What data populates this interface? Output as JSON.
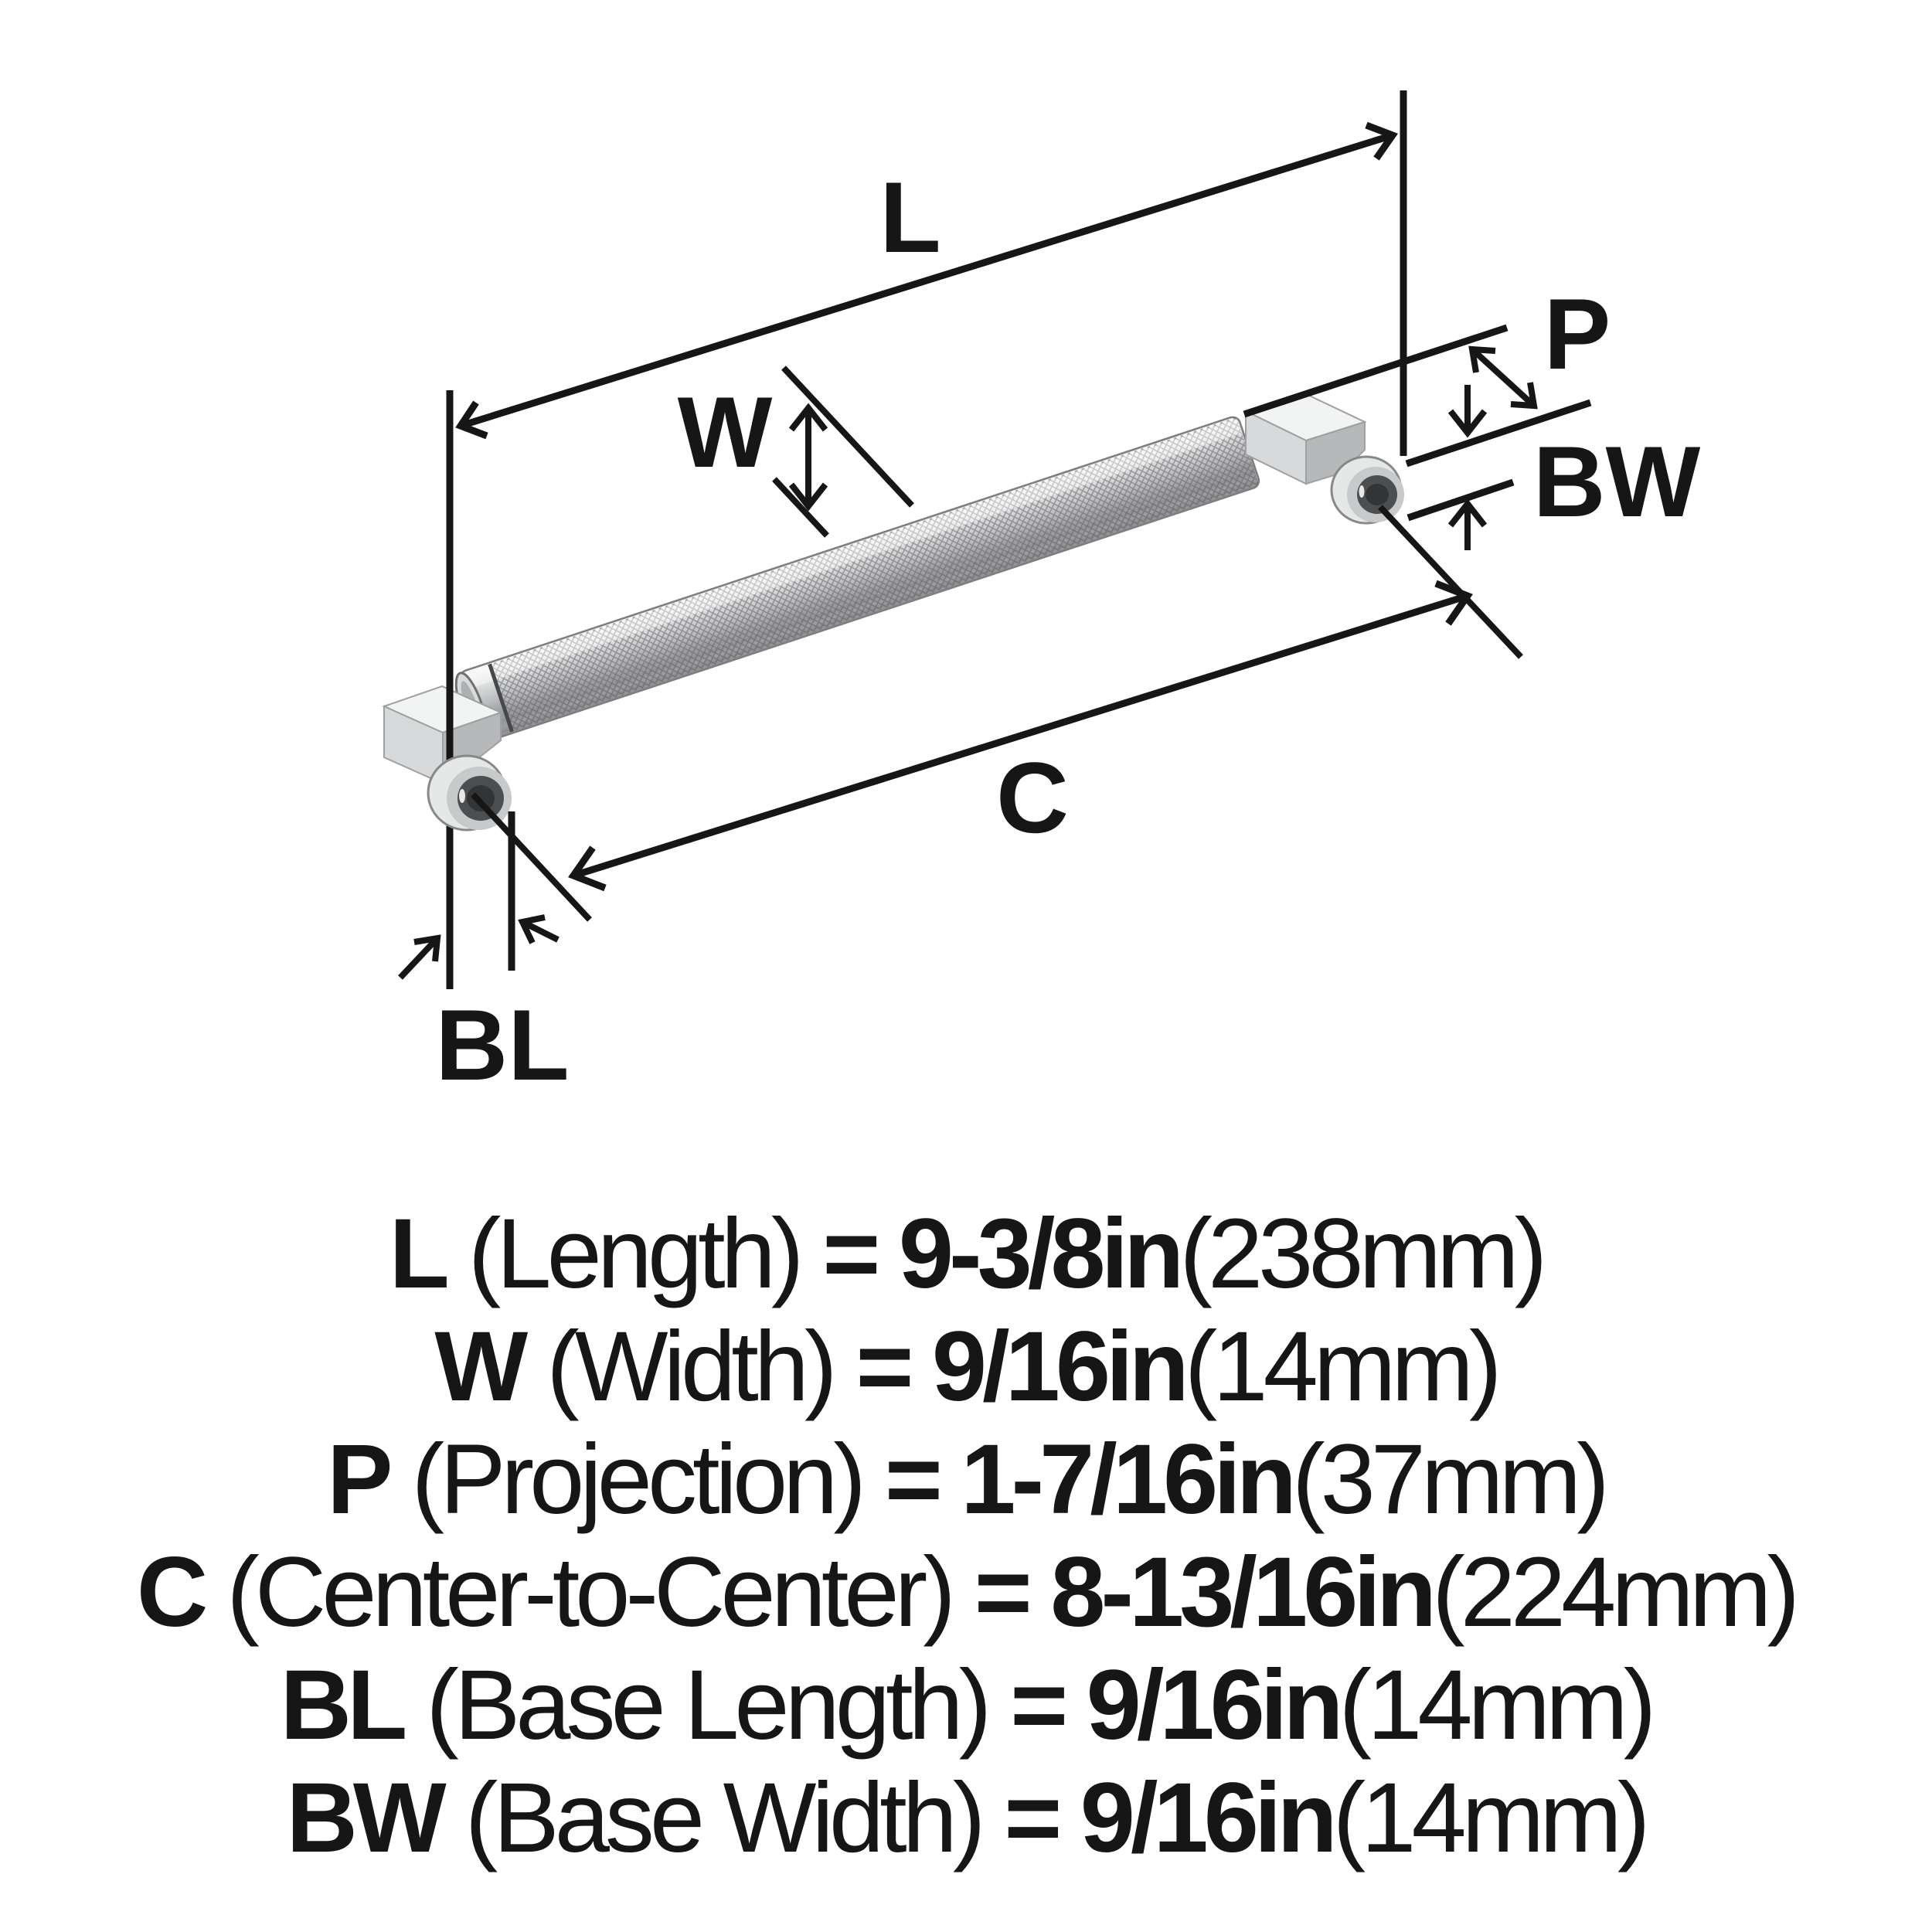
{
  "page": {
    "background_color": "#ffffff",
    "ink_color": "#161616",
    "metal_light": "#f2f3f3",
    "metal_mid": "#c8c9ca",
    "metal_dark": "#4d4e50"
  },
  "diagram": {
    "labels": {
      "l": "L",
      "w": "W",
      "p": "P",
      "bw": "BW",
      "c": "C",
      "bl": "BL"
    }
  },
  "specs": [
    {
      "sym": "L",
      "name": "(Length)",
      "eq": "= 9-3/8in",
      "metric": "(238mm)"
    },
    {
      "sym": "W",
      "name": "(Width)",
      "eq": "= 9/16in",
      "metric": "(14mm)"
    },
    {
      "sym": "P",
      "name": "(Projection)",
      "eq": "= 1-7/16in",
      "metric": "(37mm)"
    },
    {
      "sym": "C",
      "name": "(Center-to-Center)",
      "eq": "= 8-13/16in",
      "metric": "(224mm)"
    },
    {
      "sym": "BL",
      "name": "(Base Length)",
      "eq": "= 9/16in",
      "metric": "(14mm)"
    },
    {
      "sym": "BW",
      "name": "(Base Width)",
      "eq": "= 9/16in",
      "metric": "(14mm)"
    }
  ]
}
